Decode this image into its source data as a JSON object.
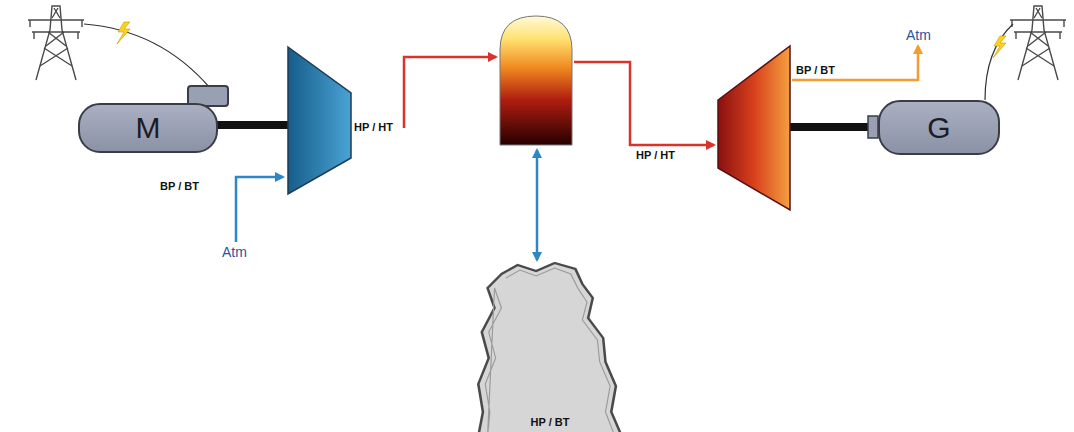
{
  "diagram": {
    "nodes": [
      {
        "text": [
          "M"
        ]
      },
      {
        "text": [
          "G"
        ]
      },
      {
        "text": [
          "HP / BT"
        ]
      }
    ],
    "labels": [
      "BP / BT",
      "Atm",
      "HP / HT",
      "HP / HT",
      "BP / BT",
      "Atm"
    ]
  }
}
